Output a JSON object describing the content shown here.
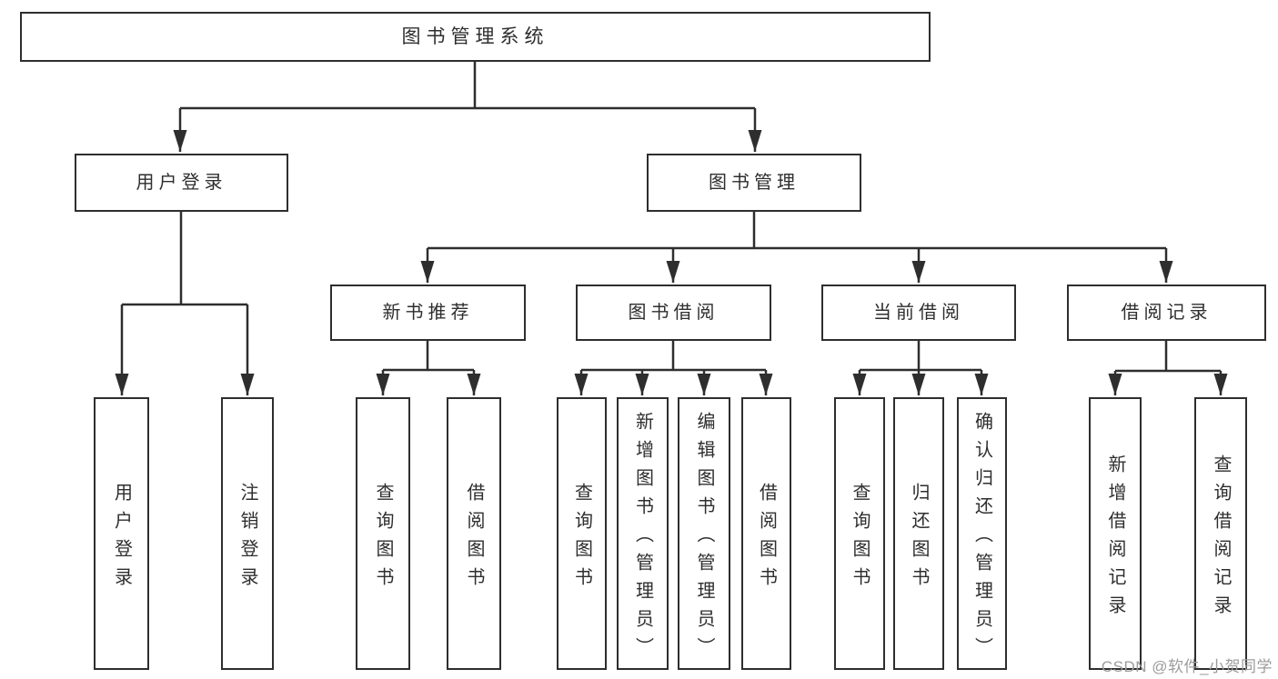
{
  "nodes": {
    "root": "图书管理系统",
    "user_login": "用户登录",
    "book_management": "图书管理",
    "new_book_recommend": "新书推荐",
    "book_borrow": "图书借阅",
    "current_borrow": "当前借阅",
    "borrow_records": "借阅记录",
    "leaf_user_login": "用户登录",
    "leaf_logout": "注销登录",
    "leaf_query_book_recommend": "查询图书",
    "leaf_borrow_book_recommend": "借阅图书",
    "leaf_query_book_borrow": "查询图书",
    "leaf_add_book_admin": "新增图书（管理员）",
    "leaf_edit_book_admin": "编辑图书（管理员）",
    "leaf_borrow_book_borrow": "借阅图书",
    "leaf_query_book_current": "查询图书",
    "leaf_return_book": "归还图书",
    "leaf_confirm_return_admin": "确认归还（管理员）",
    "leaf_add_borrow_record": "新增借阅记录",
    "leaf_query_borrow_record": "查询借阅记录"
  },
  "watermark": "CSDN @软件_小贺同学",
  "colors": {
    "line": "#2e2e2e",
    "text": "#2e2e2e",
    "box_background": "#ffffff",
    "watermark": "#9c9c9c",
    "background": "#ffffff"
  }
}
